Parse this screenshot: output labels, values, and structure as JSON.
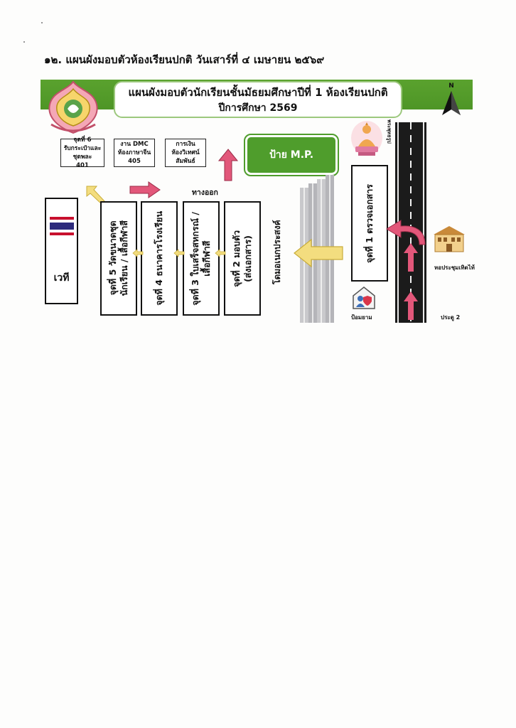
{
  "heading": "๑๒. แผนผังมอบตัวห้องเรียนปกติ วันเสาร์ที่ ๔ เมษายน ๒๕๖๙",
  "map": {
    "title_line1": "แผนผังมอบตัวนักเรียนชั้นมัธยมศึกษาปีที่ 1 ห้องเรียนปกติ",
    "title_line2": "ปีการศึกษา 2569",
    "compass_label": "N",
    "sign_mp": "ป้าย M.P.",
    "exit_label": "ทางออก",
    "stage_label": "เวที",
    "boxes": {
      "station6": "จุดที่ 6\nรับกระเป๋าและ\nชุดพละ\n401",
      "dmc": "งาน DMC\nห้องภาษาจีน\n405",
      "finance": "การเงิน\nห้องวิเทศน์\nสัมพันธ์"
    },
    "stations": {
      "s5": "จุดที่ 5 วัดขนาดชุด\nนักเรียน / เสื้อกีฬาสี",
      "s4": "จุดที่ 4 ธนาคารโรงเรียน",
      "s3": "จุดที่ 3 ใบเสร็จสหกรณ์ /\nเสื้อกีฬาสี",
      "s2": "จุดที่ 2 มอบตัว\n(ส่งเอกสาร)",
      "s1": "จุดที่ 1 ตรวจเอกสาร"
    },
    "dome_label": "โดมอเนกประสงค์",
    "shrine_label": "พระพุทธรูป",
    "hall_label": "หอประชุมเทิดไท้",
    "guard_label": "ป้อมยาม",
    "gate_label": "ประตู 2",
    "colors": {
      "banner_green": "#55a02a",
      "arrow_pink": "#e2577a",
      "arrow_yellow": "#f3dd7f",
      "flag_red": "#c8102e",
      "flag_blue": "#2d2a7c"
    }
  }
}
